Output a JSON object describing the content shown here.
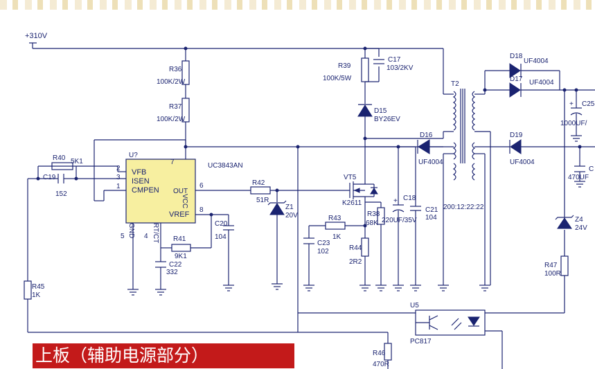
{
  "supply": "+310V",
  "ic": {
    "ref": "U?",
    "part": "UC3843AN",
    "pins_left": [
      "VFB",
      "ISEN",
      "CMPEN"
    ],
    "pins_right": [
      "OUT",
      "VREF"
    ],
    "pin_vcc": "VCC",
    "pin_gnd": "GND",
    "pin_rtct": "RT/CT",
    "pin_numbers": {
      "vfb": "2",
      "isen": "3",
      "cmpen": "1",
      "out": "6",
      "vref": "8",
      "vcc": "7",
      "gnd": "5",
      "rtct": "4"
    }
  },
  "components": {
    "r36": {
      "ref": "R36",
      "val": "100K/2W"
    },
    "r37": {
      "ref": "R37",
      "val": "100K/2W"
    },
    "r39": {
      "ref": "R39",
      "val": "100K/5W"
    },
    "c17": {
      "ref": "C17",
      "val": "103/2KV"
    },
    "d15": {
      "ref": "D15",
      "val": "BY26EV"
    },
    "r40": {
      "ref": "R40",
      "val": "5K1"
    },
    "c19": {
      "ref": "C19",
      "val": "152"
    },
    "r42": {
      "ref": "R42",
      "val": "51R"
    },
    "z1": {
      "ref": "Z1",
      "val": "20V"
    },
    "vt5": {
      "ref": "VT5",
      "val": "K2611"
    },
    "c20": {
      "ref": "C20",
      "val": "104"
    },
    "r41": {
      "ref": "R41",
      "val": "9K1"
    },
    "c22": {
      "ref": "C22",
      "val": "332"
    },
    "r43": {
      "ref": "R43",
      "val": "1K"
    },
    "c23": {
      "ref": "C23",
      "val": "102"
    },
    "r38": {
      "ref": "R38",
      "val": "68K"
    },
    "r44": {
      "ref": "R44",
      "val": "2R2"
    },
    "c18": {
      "ref": "C18",
      "val": "220UF/35V"
    },
    "c21": {
      "ref": "C21",
      "val": "104"
    },
    "d16": {
      "ref": "D16",
      "val": "UF4004"
    },
    "t2": {
      "ref": "T2",
      "val": "200:12:22:22"
    },
    "d18": {
      "ref": "D18",
      "val": "UF4004"
    },
    "d17": {
      "ref": "D17",
      "val": "UF4004"
    },
    "d19": {
      "ref": "D19",
      "val": "UF4004"
    },
    "c25": {
      "ref": "C25",
      "val": "1000UF/"
    },
    "c26": {
      "ref": "C",
      "val": "470UF"
    },
    "z4": {
      "ref": "Z4",
      "val": "24V"
    },
    "r47": {
      "ref": "R47",
      "val": "100R"
    },
    "r45": {
      "ref": "R45",
      "val": "1K"
    },
    "u5": {
      "ref": "U5",
      "val": "PC817"
    },
    "r46": {
      "ref": "R46",
      "val": "470R"
    }
  },
  "banner": "上板（辅助电源部分）",
  "colors": {
    "wire": "#1a2370",
    "ic_fill": "#f7efa0",
    "banner_bg": "#c31a1a",
    "banner_text": "#ffffff"
  }
}
